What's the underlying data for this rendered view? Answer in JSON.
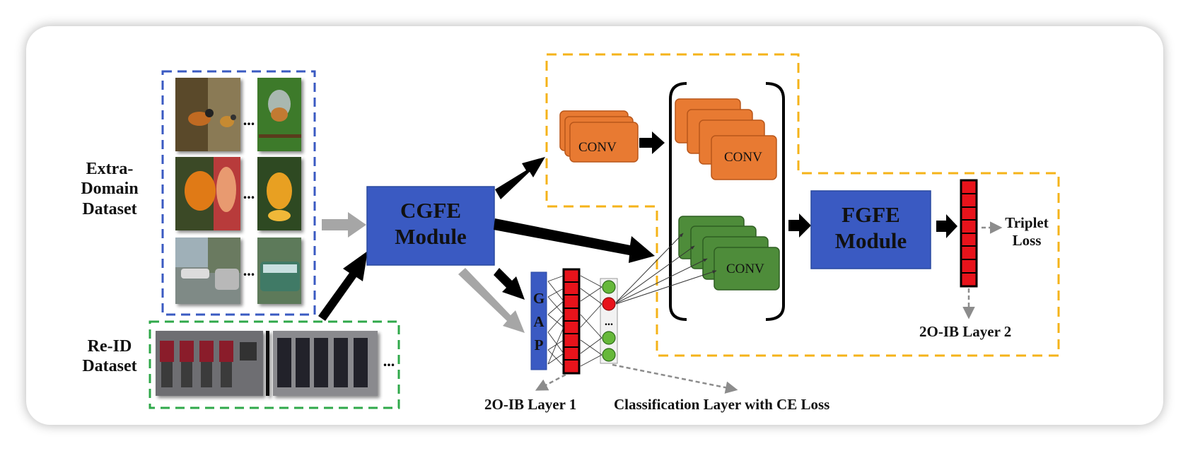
{
  "labels": {
    "extra_domain": [
      "Extra-",
      "Domain",
      "Dataset"
    ],
    "reid": [
      "Re-ID",
      "Dataset"
    ],
    "cgfe": [
      "CGFE",
      "Module"
    ],
    "fgfe": [
      "FGFE",
      "Module"
    ],
    "conv_top": "CONV",
    "conv_stack_top": "CONV",
    "conv_stack_bottom": "CONV",
    "gap": [
      "G",
      "A",
      "P"
    ],
    "ellipsis": "...",
    "ib_layer1": "2O-IB Layer 1",
    "classification": "Classification Layer with CE Loss",
    "ib_layer2": "2O-IB Layer 2",
    "triplet": [
      "Triplet",
      "Loss"
    ]
  },
  "colors": {
    "module_blue": "#3a5ac2",
    "conv_orange": "#e87a32",
    "conv_green": "#4e8c3a",
    "vector_red": "#e8131b",
    "node_green": "#66b83a",
    "node_red": "#e8131b",
    "extra_domain_box": "#3a5ac2",
    "reid_box": "#2fa84a",
    "fgfe_region_box": "#f5b319",
    "arrow_black": "#000000",
    "arrow_gray": "#a6a6a6"
  },
  "icons": {
    "extra_domain_images": [
      "bird-image",
      "fish-image",
      "vehicle-image"
    ],
    "reid_images": [
      "pedestrian-image"
    ]
  }
}
